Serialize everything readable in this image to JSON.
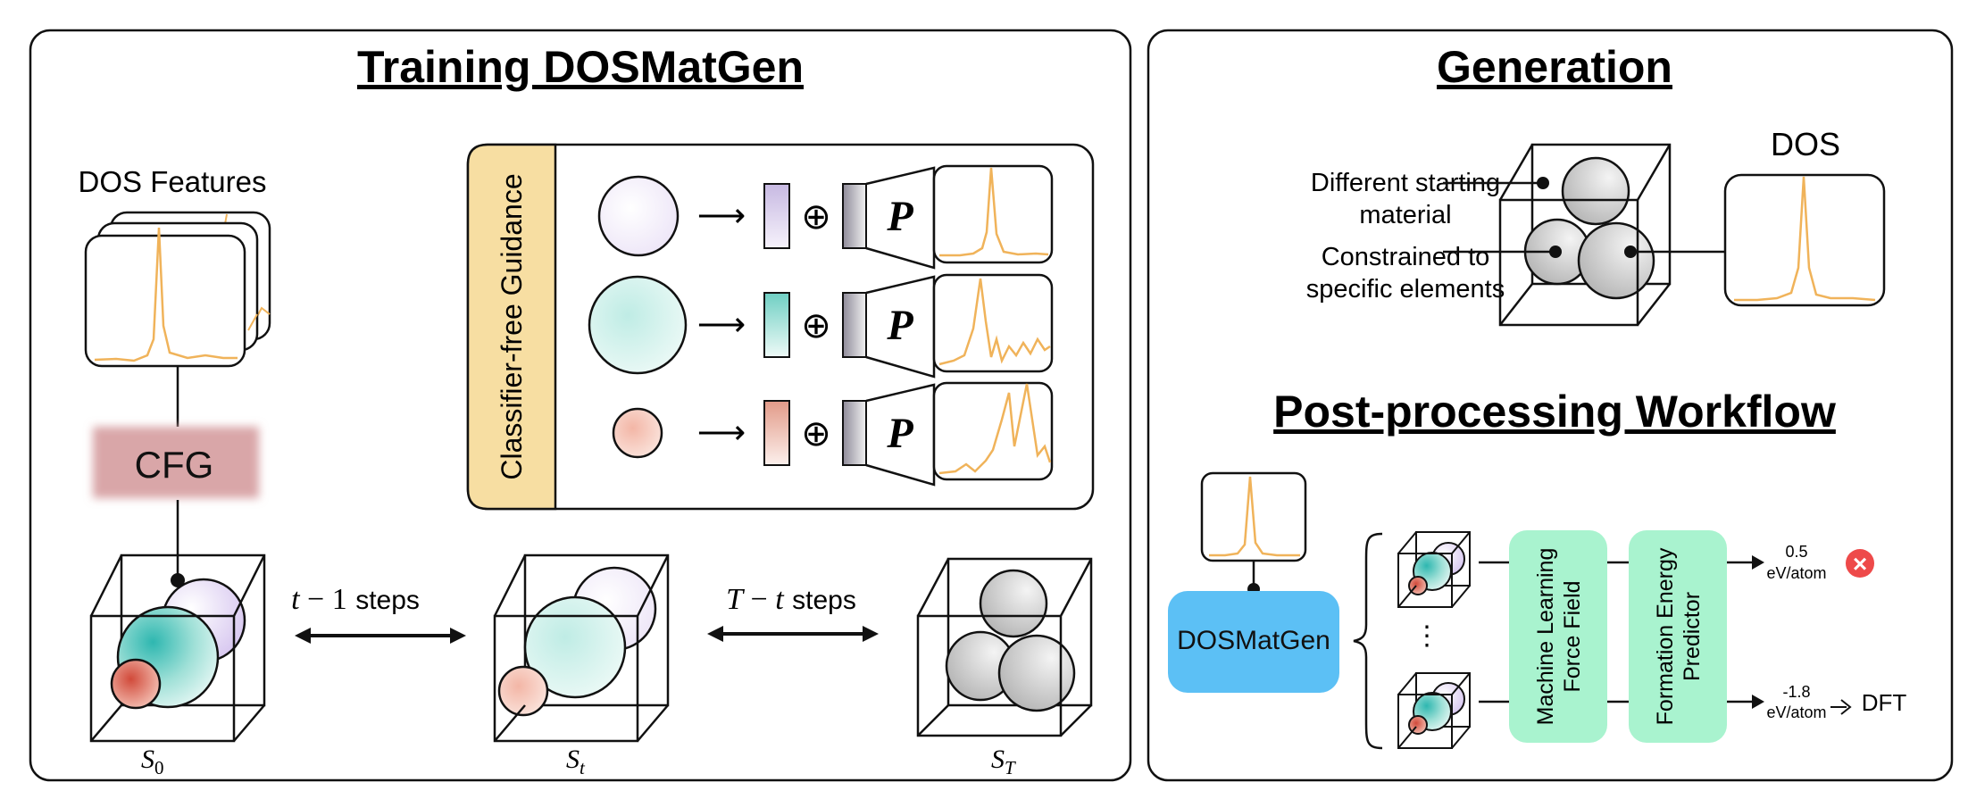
{
  "training": {
    "title": "Training DOSMatGen",
    "dos_features_label": "DOS Features",
    "cfg_label": "CFG",
    "cfg_panel_label": "Classifier-free Guidance",
    "p_label": "P",
    "oplus": "⊕",
    "arrow": "⟶",
    "step1": {
      "var": "t",
      "minus": "−",
      "num": "1",
      "word": "steps"
    },
    "step2": {
      "var": "T",
      "minus": "−",
      "var2": "t",
      "word": "steps"
    },
    "s0": {
      "base": "S",
      "sub": "0"
    },
    "st": {
      "base": "S",
      "sub": "t"
    },
    "sT": {
      "base": "S",
      "sub": "T"
    }
  },
  "generation": {
    "title": "Generation",
    "annotation_1": [
      "Different starting",
      "material"
    ],
    "annotation_2": [
      "Constrained to",
      "specific elements"
    ],
    "dos_label": "DOS"
  },
  "postprocessing": {
    "title": "Post-processing Workflow",
    "model_label": "DOSMatGen",
    "ellipsis": "⋮",
    "mlff_label": [
      "Machine Learning",
      "Force Field"
    ],
    "fep_label": [
      "Formation Energy",
      "Predictor"
    ],
    "result_top": {
      "value": "0.5",
      "unit": "eV/atom"
    },
    "result_bottom": {
      "value": "-1.8",
      "unit": "eV/atom"
    },
    "reject_icon": "×",
    "dft_label": "DFT"
  },
  "colors": {
    "accent_orange": "#f0b35a",
    "cfg_tab": "#f7dea2",
    "cfg_box": "#d9a6a8",
    "model_box": "#5cc0f5",
    "mint": "#a9f3cf",
    "reject_red": "#ee4a4a",
    "lavender": "#d8c8f0",
    "teal": "#49c3b4",
    "salmon": "#e0806a",
    "gray": "#bdbdbd"
  }
}
